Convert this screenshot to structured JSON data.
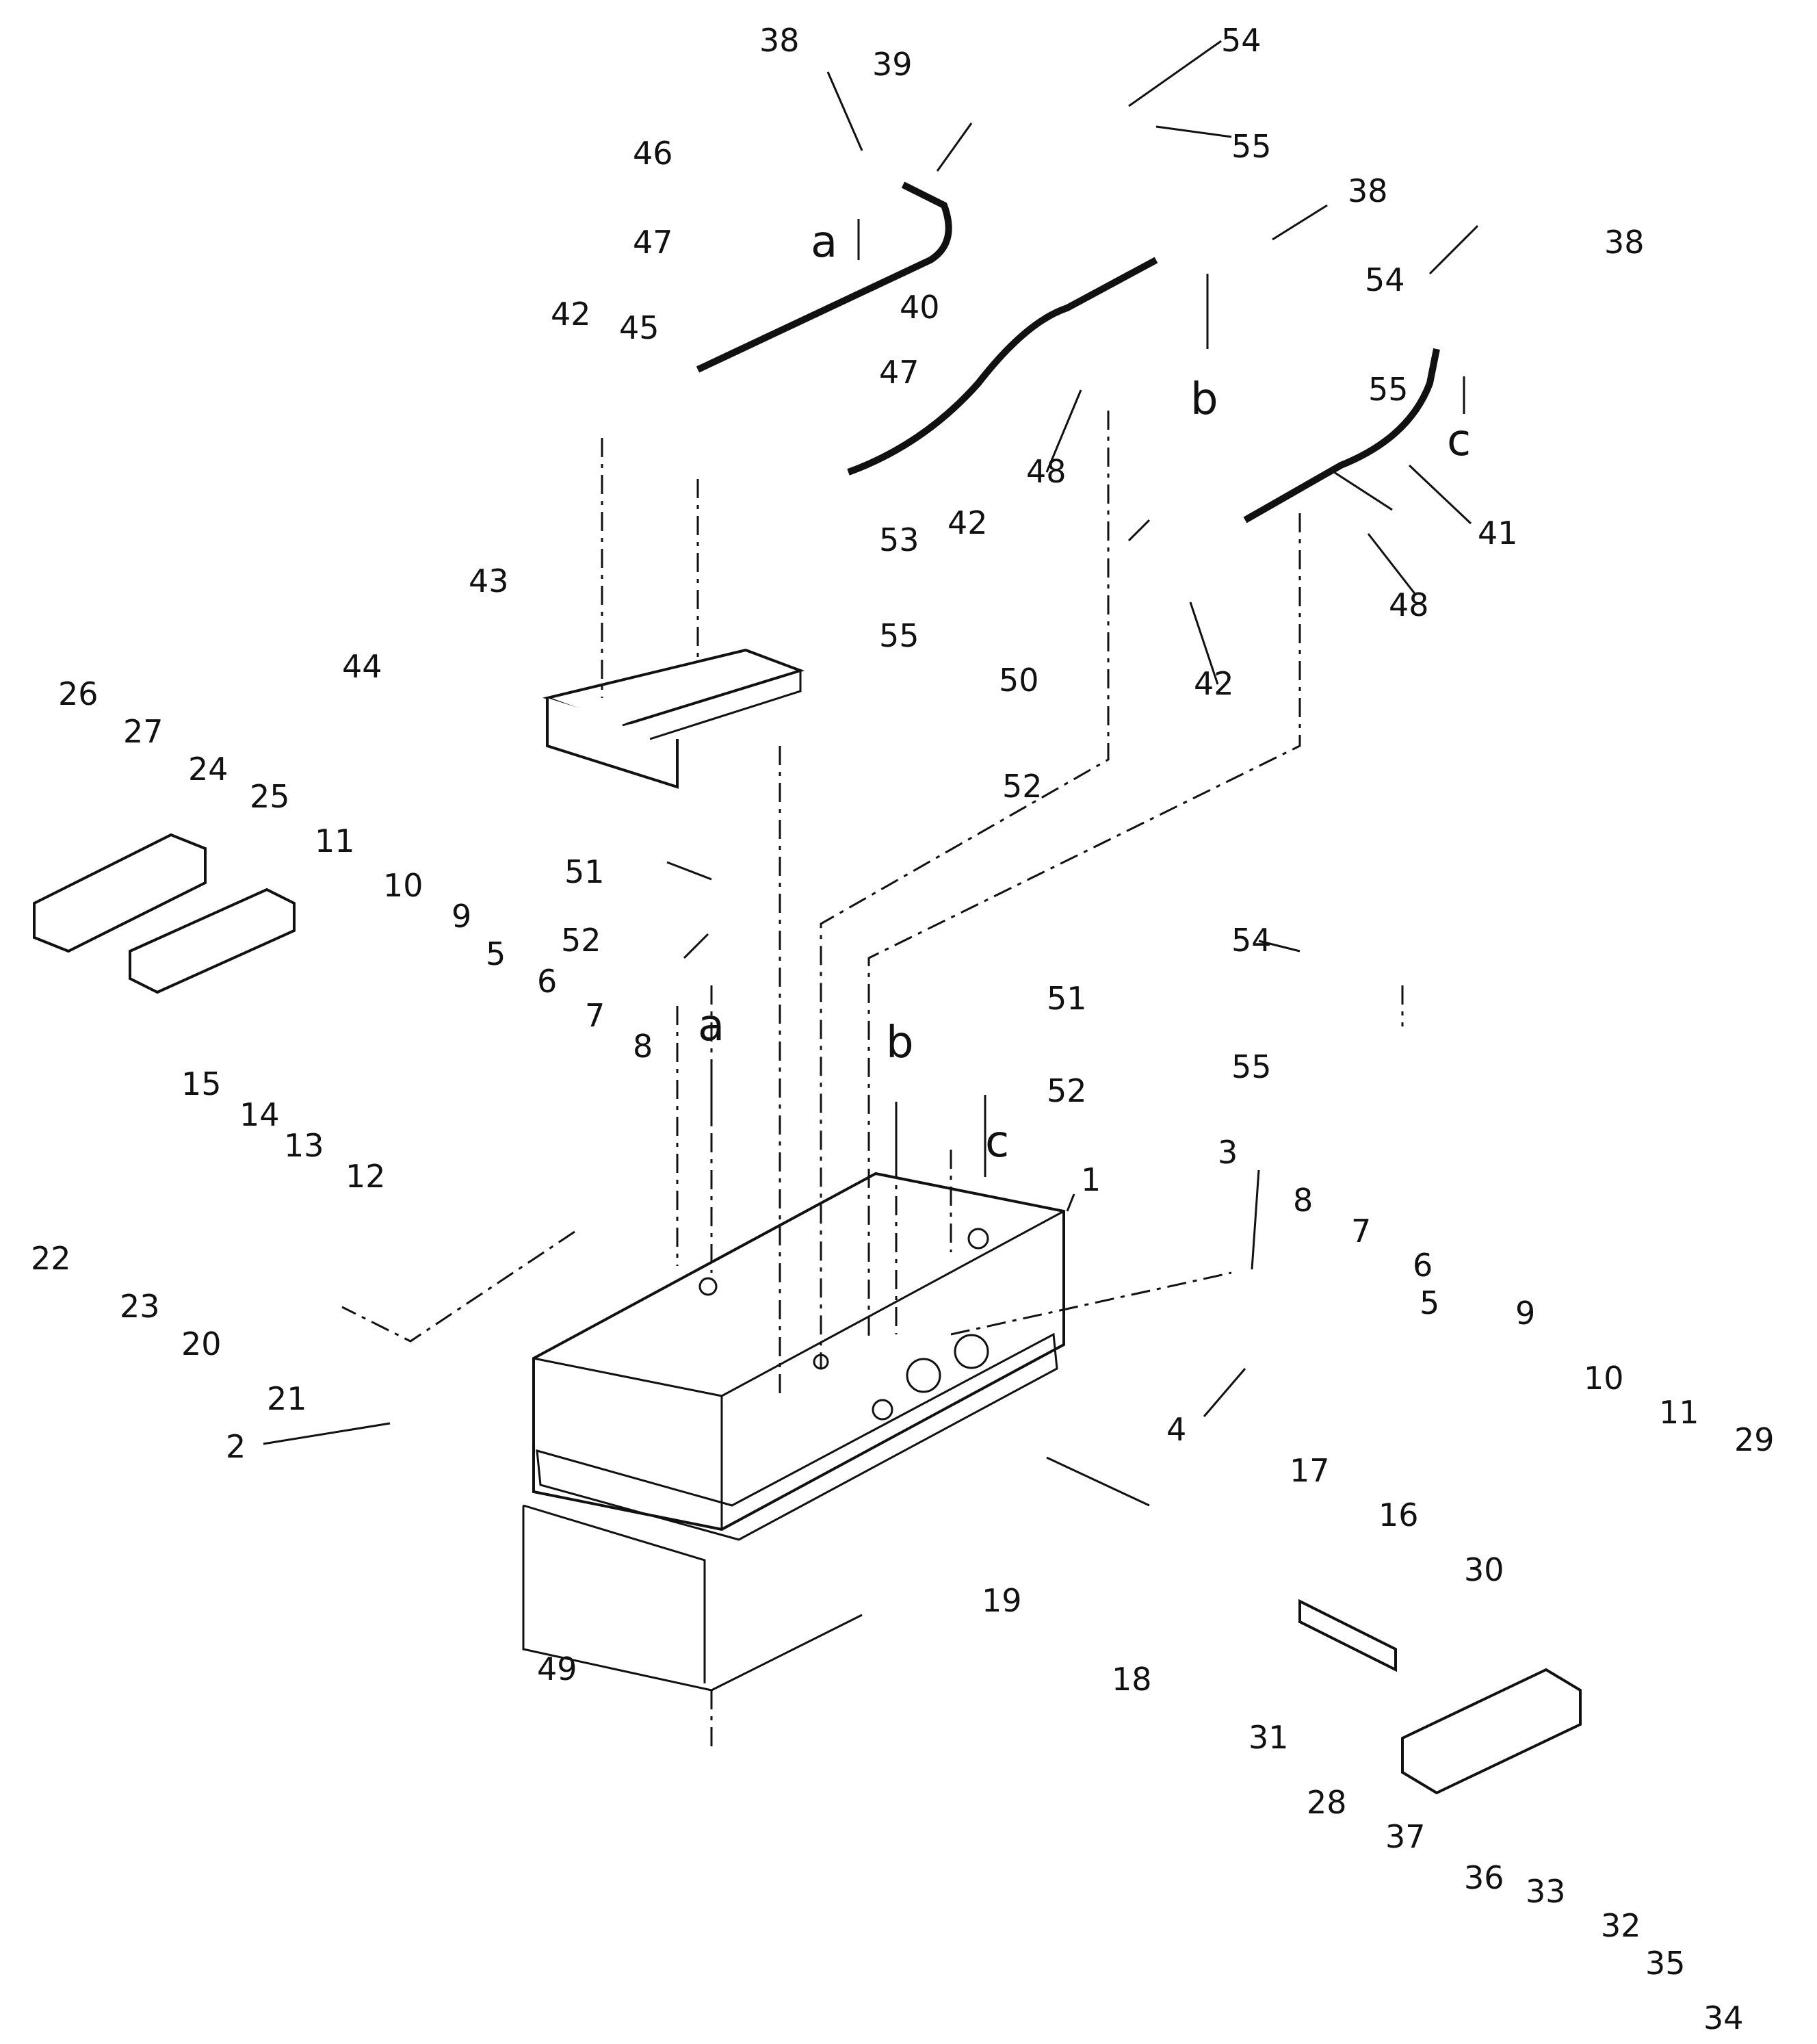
{
  "callouts": [
    {
      "id": "1",
      "text": "1"
    },
    {
      "id": "2",
      "text": "2"
    },
    {
      "id": "3",
      "text": "3"
    },
    {
      "id": "4",
      "text": "4"
    },
    {
      "id": "5a",
      "text": "5"
    },
    {
      "id": "5b",
      "text": "5"
    },
    {
      "id": "6a",
      "text": "6"
    },
    {
      "id": "6b",
      "text": "6"
    },
    {
      "id": "7a",
      "text": "7"
    },
    {
      "id": "7b",
      "text": "7"
    },
    {
      "id": "8a",
      "text": "8"
    },
    {
      "id": "8b",
      "text": "8"
    },
    {
      "id": "9a",
      "text": "9"
    },
    {
      "id": "9b",
      "text": "9"
    },
    {
      "id": "10a",
      "text": "10"
    },
    {
      "id": "10b",
      "text": "10"
    },
    {
      "id": "11a",
      "text": "11"
    },
    {
      "id": "11b",
      "text": "11"
    },
    {
      "id": "12",
      "text": "12"
    },
    {
      "id": "13",
      "text": "13"
    },
    {
      "id": "14",
      "text": "14"
    },
    {
      "id": "15",
      "text": "15"
    },
    {
      "id": "16",
      "text": "16"
    },
    {
      "id": "17",
      "text": "17"
    },
    {
      "id": "18",
      "text": "18"
    },
    {
      "id": "19",
      "text": "19"
    },
    {
      "id": "20",
      "text": "20"
    },
    {
      "id": "21",
      "text": "21"
    },
    {
      "id": "22",
      "text": "22"
    },
    {
      "id": "23",
      "text": "23"
    },
    {
      "id": "24",
      "text": "24"
    },
    {
      "id": "25",
      "text": "25"
    },
    {
      "id": "26",
      "text": "26"
    },
    {
      "id": "27",
      "text": "27"
    },
    {
      "id": "28",
      "text": "28"
    },
    {
      "id": "29",
      "text": "29"
    },
    {
      "id": "30",
      "text": "30"
    },
    {
      "id": "31",
      "text": "31"
    },
    {
      "id": "32",
      "text": "32"
    },
    {
      "id": "33",
      "text": "33"
    },
    {
      "id": "34",
      "text": "34"
    },
    {
      "id": "35",
      "text": "35"
    },
    {
      "id": "36",
      "text": "36"
    },
    {
      "id": "37",
      "text": "37"
    },
    {
      "id": "38a",
      "text": "38"
    },
    {
      "id": "38b",
      "text": "38"
    },
    {
      "id": "38c",
      "text": "38"
    },
    {
      "id": "39",
      "text": "39"
    },
    {
      "id": "40",
      "text": "40"
    },
    {
      "id": "41",
      "text": "41"
    },
    {
      "id": "42a",
      "text": "42"
    },
    {
      "id": "42b",
      "text": "42"
    },
    {
      "id": "42c",
      "text": "42"
    },
    {
      "id": "43",
      "text": "43"
    },
    {
      "id": "44",
      "text": "44"
    },
    {
      "id": "45",
      "text": "45"
    },
    {
      "id": "46",
      "text": "46"
    },
    {
      "id": "47a",
      "text": "47"
    },
    {
      "id": "47b",
      "text": "47"
    },
    {
      "id": "48a",
      "text": "48"
    },
    {
      "id": "48b",
      "text": "48"
    },
    {
      "id": "49",
      "text": "49"
    },
    {
      "id": "50",
      "text": "50"
    },
    {
      "id": "51a",
      "text": "51"
    },
    {
      "id": "51b",
      "text": "51"
    },
    {
      "id": "52a",
      "text": "52"
    },
    {
      "id": "52b",
      "text": "52"
    },
    {
      "id": "52c",
      "text": "52"
    },
    {
      "id": "53",
      "text": "53"
    },
    {
      "id": "54a",
      "text": "54"
    },
    {
      "id": "54b",
      "text": "54"
    },
    {
      "id": "54c",
      "text": "54"
    },
    {
      "id": "55a",
      "text": "55"
    },
    {
      "id": "55b",
      "text": "55"
    },
    {
      "id": "55c",
      "text": "55"
    },
    {
      "id": "55d",
      "text": "55"
    }
  ],
  "arrows": [
    {
      "id": "a1",
      "text": "a"
    },
    {
      "id": "a2",
      "text": "a"
    },
    {
      "id": "b1",
      "text": "b"
    },
    {
      "id": "b2",
      "text": "b"
    },
    {
      "id": "c1",
      "text": "c"
    },
    {
      "id": "c2",
      "text": "c"
    }
  ]
}
